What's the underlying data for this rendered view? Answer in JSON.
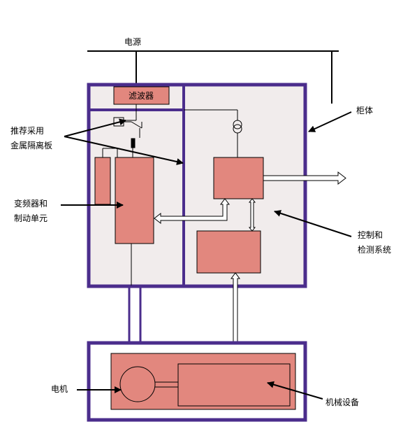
{
  "labels": {
    "power": "电源",
    "filter": "滤波器",
    "cabinet": "柜体",
    "metal_partition_line1": "推荐采用",
    "metal_partition_line2": "金属隔离板",
    "inverter_line1": "变频器和",
    "inverter_line2": "制动单元",
    "control_line1": "控制和",
    "control_line2": "检测系统",
    "motor": "电机",
    "machinery": "机械设备"
  },
  "colors": {
    "cabinet_border": "#4b2d8c",
    "cabinet_fill": "#f1ecec",
    "module_fill": "#e2877e",
    "module_border": "#000000",
    "line": "#000000"
  }
}
